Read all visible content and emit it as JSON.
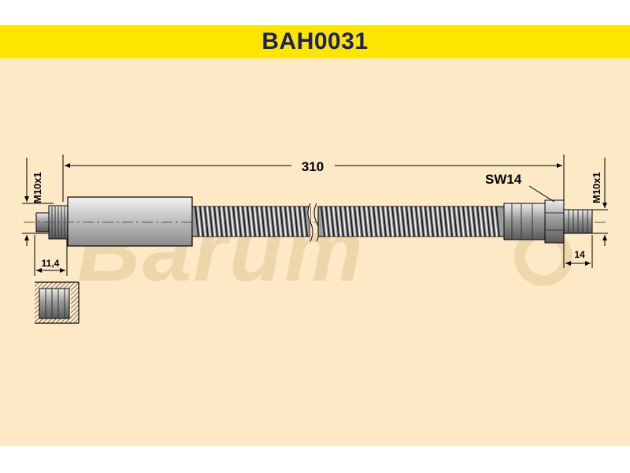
{
  "header": {
    "title": "BAH0031"
  },
  "watermark": {
    "text": "Barum"
  },
  "dimensions": {
    "length": "310",
    "wrench_size": "SW14",
    "left_thread": "M10x1",
    "right_thread": "M10x1",
    "left_fitting_length": "11,4",
    "right_fitting_length": "14"
  },
  "colors": {
    "header_bg": "#fde500",
    "header_text": "#1a1f66",
    "drawing_bg": "#fde9c6"
  }
}
